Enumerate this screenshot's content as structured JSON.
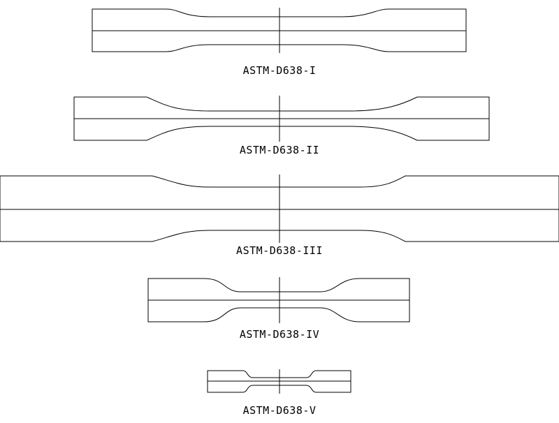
{
  "specimens": [
    {
      "label": "ASTM-D638-I"
    },
    {
      "label": "ASTM-D638-II"
    },
    {
      "label": "ASTM-D638-III"
    },
    {
      "label": "ASTM-D638-IV"
    },
    {
      "label": "ASTM-D638-V"
    }
  ],
  "colors": {
    "line": "#000000",
    "background": "#ffffff"
  }
}
